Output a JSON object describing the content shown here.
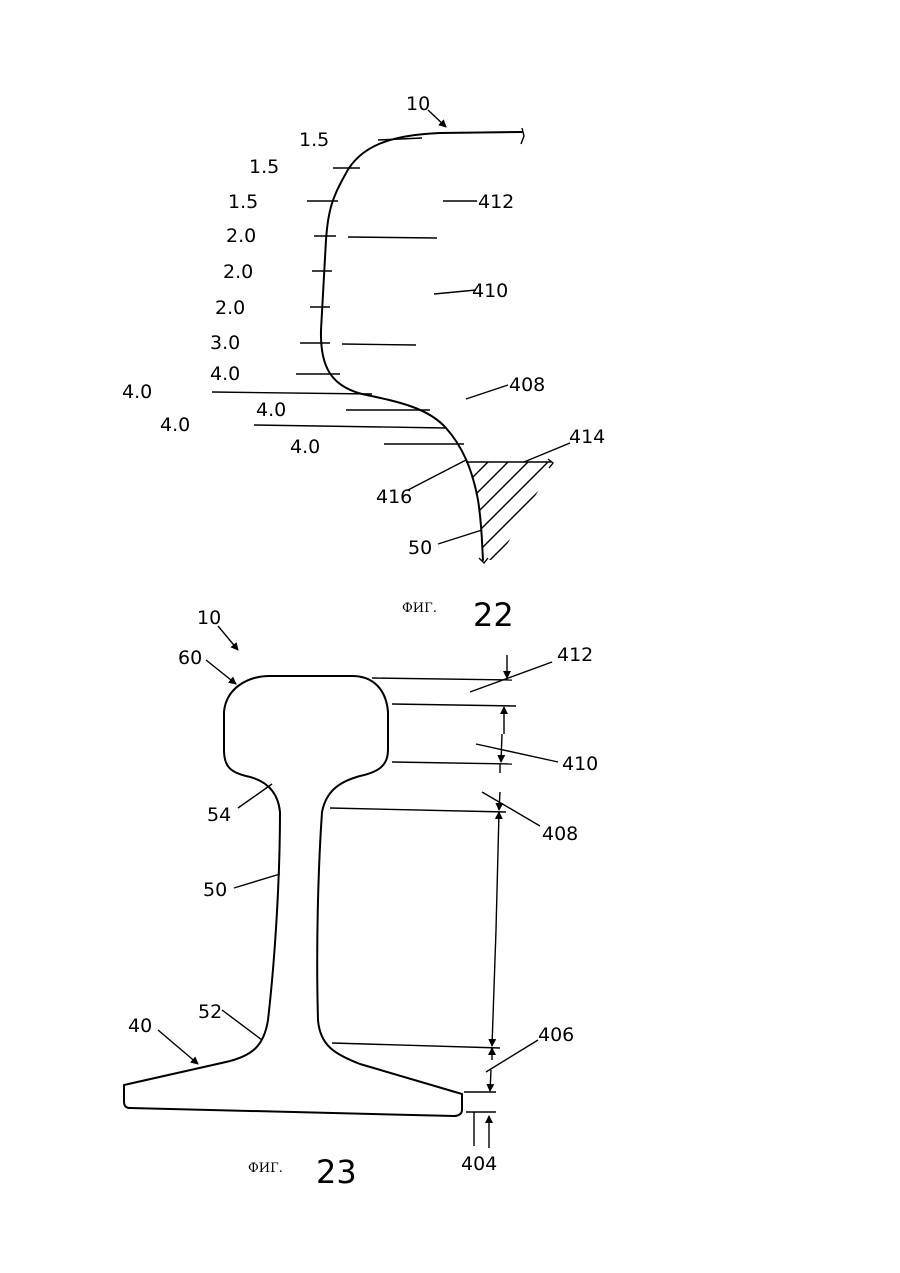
{
  "fig22": {
    "caption_prefix": "ФИГ.",
    "caption_number": "22",
    "ref_10": "10",
    "ref_412": "412",
    "ref_410": "410",
    "ref_408": "408",
    "ref_414": "414",
    "ref_416": "416",
    "ref_50": "50",
    "radii": [
      "1.5",
      "1.5",
      "1.5",
      "2.0",
      "2.0",
      "2.0",
      "3.0",
      "4.0",
      "4.0",
      "4.0",
      "4.0",
      "4.0"
    ]
  },
  "fig23": {
    "caption_prefix": "ФИГ.",
    "caption_number": "23",
    "ref_10": "10",
    "ref_60": "60",
    "ref_54": "54",
    "ref_50": "50",
    "ref_52": "52",
    "ref_40": "40",
    "ref_412": "412",
    "ref_410": "410",
    "ref_408": "408",
    "ref_406": "406",
    "ref_404": "404"
  }
}
